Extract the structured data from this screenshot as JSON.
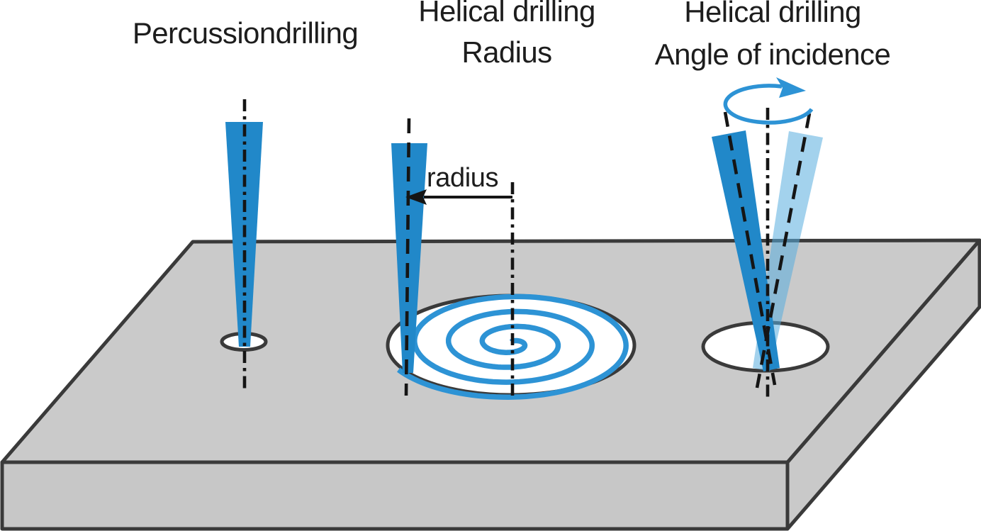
{
  "methods": [
    {
      "id": "percussion-drilling",
      "title_lines": [
        "Percussiondrilling"
      ]
    },
    {
      "id": "helical-drilling-radius",
      "title_lines": [
        "Helical drilling",
        "Radius"
      ],
      "annotation": "radius"
    },
    {
      "id": "helical-drilling-angle",
      "title_lines": [
        "Helical drilling",
        "Angle of incidence"
      ]
    }
  ],
  "icons": {
    "rotation_arrow": "elliptical-arrow-clockwise",
    "radius_arrow": "arrow-pointing-left"
  },
  "colors": {
    "beam": "#2188C9",
    "beam_light": "#57ADDF",
    "accent": "#2D93D5",
    "slab_top": "#CACACA",
    "slab_front": "#C7C7C7",
    "slab_side": "#C9C9C9",
    "outline": "#3A3A3A",
    "hole_fill": "#FFFFFF",
    "line": "#151515",
    "text": "#1D1D1D",
    "background": "#FFFFFF"
  }
}
